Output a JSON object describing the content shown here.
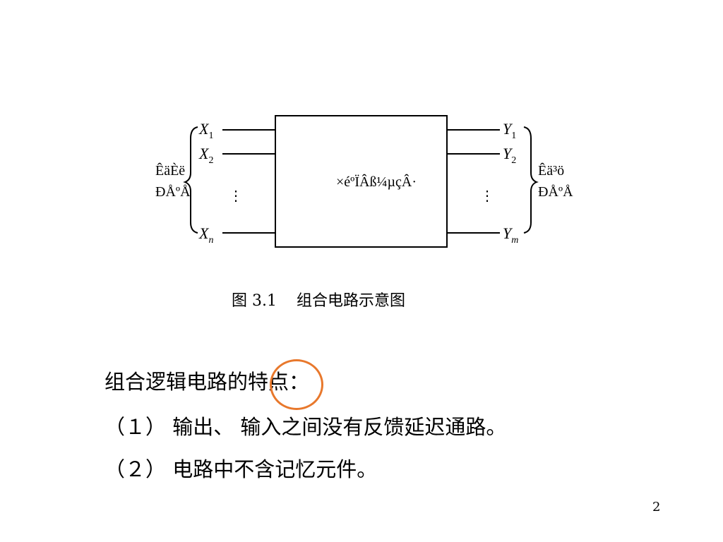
{
  "diagram": {
    "box_label": "×éºÏÂß¼­µçÂ·",
    "inputs": {
      "x1": "X",
      "x1_sub": "1",
      "x2": "X",
      "x2_sub": "2",
      "xn": "X",
      "xn_sub": "n",
      "group_label_line1": "ÊäÈë",
      "group_label_line2": "ĐÅºÅ",
      "ellipsis": "⋮"
    },
    "outputs": {
      "y1": "Y",
      "y1_sub": "1",
      "y2": "Y",
      "y2_sub": "2",
      "ym": "Y",
      "ym_sub": "m",
      "group_label_line1": "Êä³ö",
      "group_label_line2": "ĐÅºÅ",
      "ellipsis": "⋮"
    }
  },
  "caption": "图 3.1    组合电路示意图",
  "body": {
    "heading": "组合逻辑电路的特点：",
    "point1": "（１） 输出、 输入之间没有反馈延迟通路。",
    "point2": "（２） 电路中不含记忆元件。"
  },
  "page_number": "2",
  "colors": {
    "highlight": "#e8782c"
  }
}
